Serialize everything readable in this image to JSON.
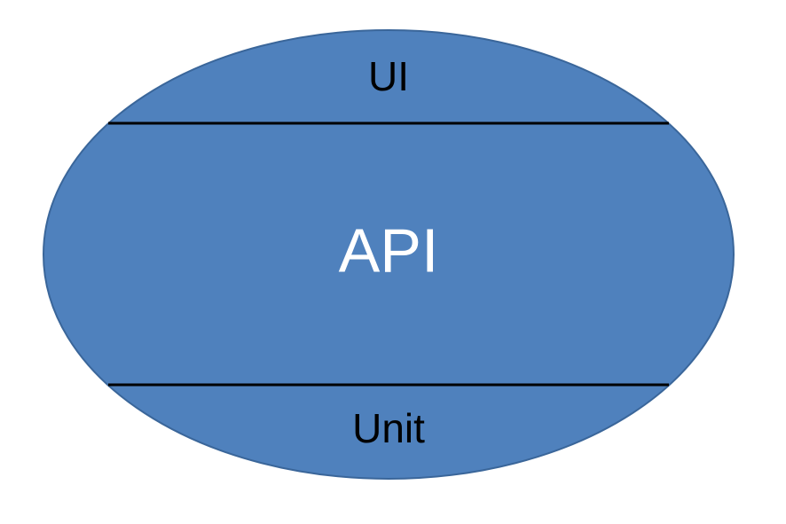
{
  "colors": {
    "ellipse_fill": "#4f81bd",
    "ellipse_stroke": "#3a669a",
    "divider": "#000000",
    "top_text": "#000000",
    "middle_text": "#ffffff",
    "bottom_text": "#000000",
    "background": "#ffffff"
  },
  "diagram": {
    "layers": {
      "top": "UI",
      "middle": "API",
      "bottom": "Unit"
    }
  }
}
